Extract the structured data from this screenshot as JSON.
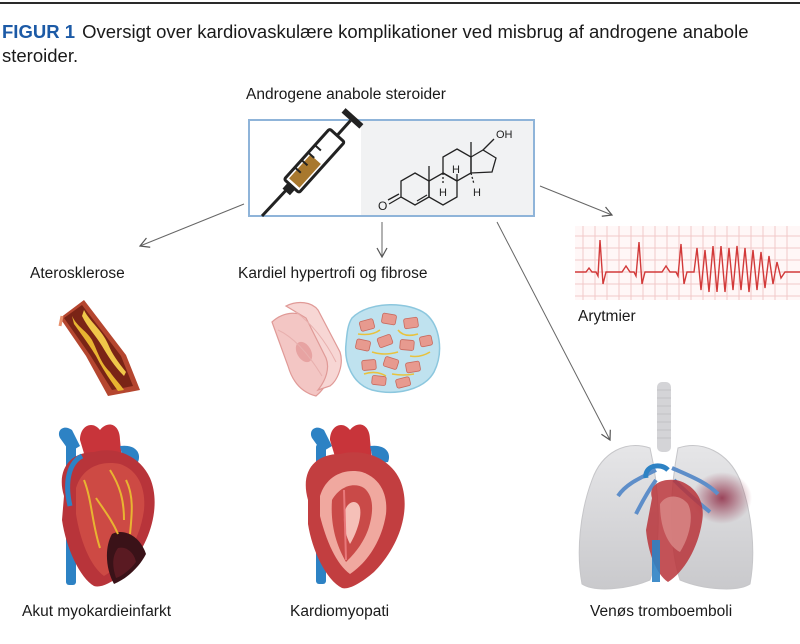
{
  "figure": {
    "number": "FIGUR 1",
    "title": "Oversigt over kardiovaskulære komplikationer ved misbrug af androgene anabole steroider."
  },
  "center": {
    "label": "Androgene anabole steroider",
    "oh_label": "OH",
    "h_labels": [
      "H",
      "H",
      "H"
    ],
    "o_label": "O"
  },
  "branches": {
    "aterosklerose": "Aterosklerose",
    "hypertrofi": "Kardiel hypertrofi og fibrose",
    "arytmier": "Arytmier"
  },
  "outcomes": {
    "myokardieinfarkt": "Akut myokardieinfarkt",
    "kardiomyopati": "Kardiomyopati",
    "tromboemboli": "Venøs tromboemboli"
  },
  "colors": {
    "accent": "#1c5aa6",
    "box_border": "#8fb4d9",
    "ecg_grid": "#f2c9c9",
    "ecg_line": "#d23a3a",
    "heart_red": "#c8343a",
    "vein_blue": "#2d82c4"
  },
  "icons": [
    "syringe-icon",
    "steroid-structure-icon",
    "ecg-icon",
    "artery-plaque-icon",
    "muscle-cell-icon",
    "fibrosis-tissue-icon",
    "heart-infarct-icon",
    "heart-cardiomyopathy-icon",
    "lungs-embolism-icon"
  ]
}
